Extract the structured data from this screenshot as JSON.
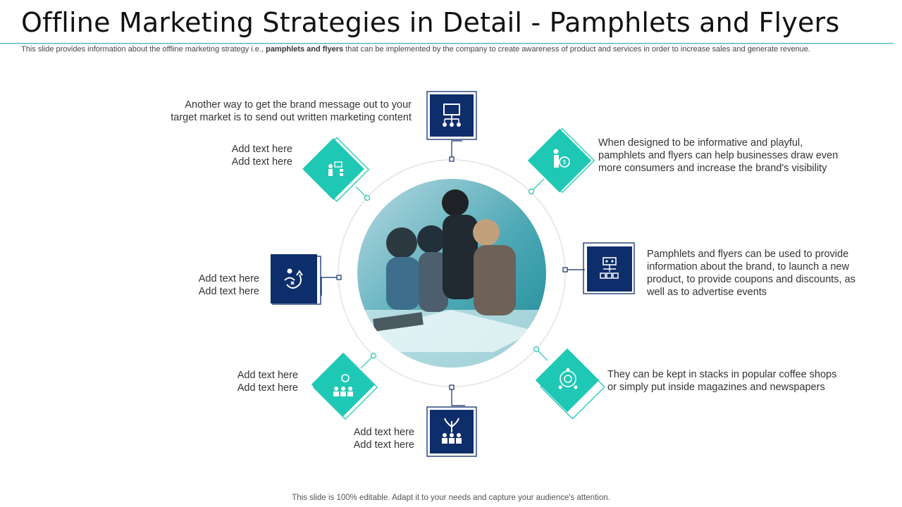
{
  "header": {
    "title": "Offline Marketing Strategies in Detail - Pamphlets and Flyers",
    "subtitle_prefix": "This slide provides information about the offline marketing strategy i.e.,",
    "subtitle_bold": "pamphlets and flyers",
    "subtitle_suffix": "that can be implemented by the company to create awareness of product and services in order to increase sales and generate revenue."
  },
  "colors": {
    "navy": "#0e2d6b",
    "teal": "#1fc8b4",
    "accent_line": "#2aa4b8"
  },
  "nodes": {
    "top": {
      "icon": "presentation-network-icon",
      "lines": [
        "Another way to get the brand message out to your",
        "target market is to send out written marketing content"
      ]
    },
    "top_right": {
      "icon": "businessman-dollar-icon",
      "lines": [
        "When designed to be informative and playful,",
        "pamphlets and flyers can help businesses draw even",
        "more consumers and increase the brand's visibility"
      ]
    },
    "right": {
      "icon": "strategy-board-icon",
      "lines": [
        "Pamphlets and flyers can be used to provide",
        "information about the brand, to launch a new",
        "product, to provide coupons and discounts, as",
        "well as to advertise events"
      ]
    },
    "bottom_right": {
      "icon": "money-cycle-icon",
      "lines": [
        "They can be kept in stacks in popular coffee shops",
        "or simply put inside magazines and newspapers"
      ]
    },
    "bottom": {
      "icon": "team-growth-icon",
      "lines": [
        "Add text here",
        "Add text here"
      ]
    },
    "bottom_left": {
      "icon": "team-idea-icon",
      "lines": [
        "Add text here",
        "Add text here"
      ]
    },
    "left": {
      "icon": "strategy-path-icon",
      "lines": [
        "Add text here",
        "Add text here"
      ]
    },
    "top_left": {
      "icon": "presenter-chart-icon",
      "lines": [
        "Add text here",
        "Add text here"
      ]
    }
  },
  "footer": {
    "text": "This slide is 100% editable. Adapt it to your needs and capture your audience's attention."
  }
}
